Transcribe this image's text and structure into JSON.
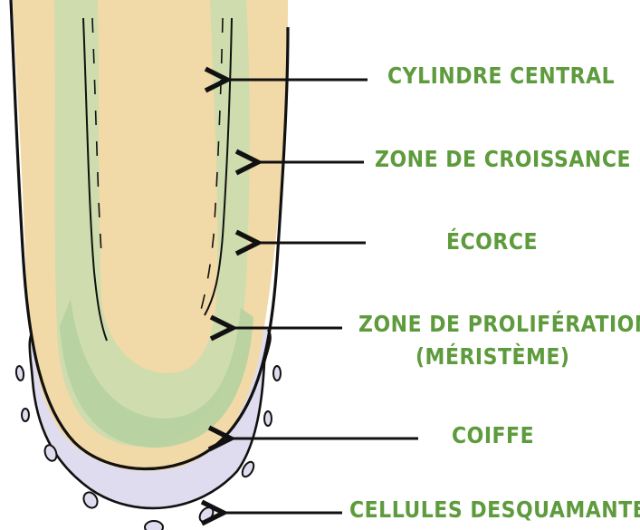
{
  "labels": {
    "cylindre_central": "CYLINDRE CENTRAL",
    "zone_croissance": "ZONE DE CROISSANCE",
    "ecorce": "ÉCORCE",
    "zone_proliferation_line1": "ZONE DE PROLIFÉRATION",
    "zone_proliferation_line2": "(MÉRISTÈME)",
    "coiffe": "COIFFE",
    "cellules_desquamantes": "CELLULES DESQUAMANTES"
  },
  "colors": {
    "label_text": "#5d9b3c",
    "cortex_fill": "#f2d9a8",
    "growth_zone_fill": "#c9dcae",
    "meristem_fill": "#b5d1a0",
    "root_cap_fill": "#e0dcef",
    "outline": "#111111"
  }
}
